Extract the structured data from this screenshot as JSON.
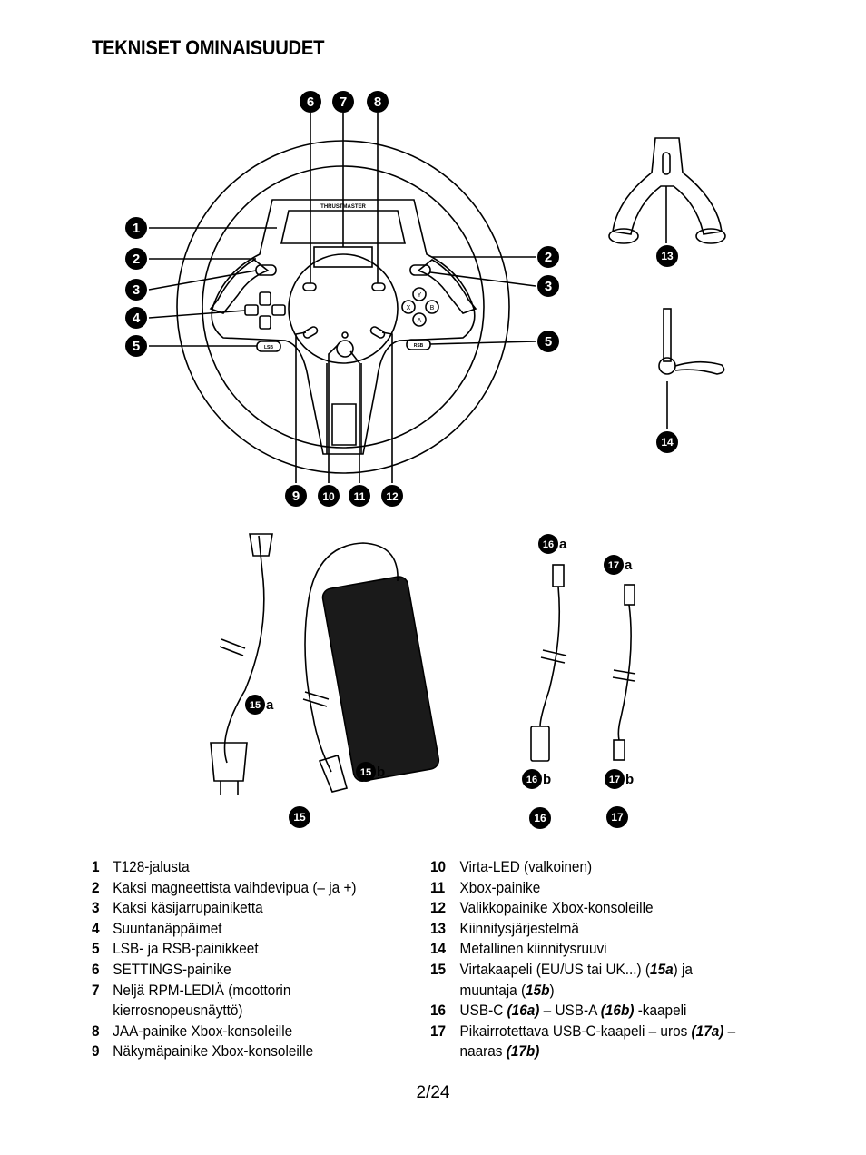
{
  "title": "TEKNISET OMINAISUUDET",
  "figure_labels": {
    "brand": "THRUSTMASTER",
    "lsb": "LSB",
    "rsb": "RSB",
    "callouts_wheel": [
      "6",
      "7",
      "8",
      "1",
      "2",
      "3",
      "4",
      "5",
      "2",
      "3",
      "5",
      "9",
      "10",
      "11",
      "12"
    ],
    "callout_13": "13",
    "callout_14": "14",
    "callout_15": "15",
    "callout_15a": "15",
    "callout_15a_suffix": "a",
    "callout_15b": "15",
    "callout_15b_suffix": "b",
    "callout_16": "16",
    "callout_16a": "16",
    "callout_16a_suffix": "a",
    "callout_16b": "16",
    "callout_16b_suffix": "b",
    "callout_17": "17",
    "callout_17a": "17",
    "callout_17a_suffix": "a",
    "callout_17b": "17",
    "callout_17b_suffix": "b",
    "face_buttons": [
      "Y",
      "X",
      "B",
      "A"
    ]
  },
  "legend_left": [
    {
      "num": "1",
      "text": "T128-jalusta"
    },
    {
      "num": "2",
      "text": "Kaksi magneettista vaihdevipua (– ja +)"
    },
    {
      "num": "3",
      "text": "Kaksi käsijarrupainiketta"
    },
    {
      "num": "4",
      "text": "Suuntanäppäimet"
    },
    {
      "num": "5",
      "text": "LSB- ja RSB-painikkeet"
    },
    {
      "num": "6",
      "text": "SETTINGS-painike"
    },
    {
      "num": "7",
      "text": "Neljä RPM-LEDIÄ (moottorin kierrosnopeusnäyttö)"
    },
    {
      "num": "8",
      "text": "JAA-painike Xbox-konsoleille"
    },
    {
      "num": "9",
      "text": "Näkymäpainike Xbox-konsoleille"
    }
  ],
  "legend_right": [
    {
      "num": "10",
      "text": "Virta-LED (valkoinen)"
    },
    {
      "num": "11",
      "text": "Xbox-painike"
    },
    {
      "num": "12",
      "text": "Valikkopainike Xbox-konsoleille"
    },
    {
      "num": "13",
      "text": "Kiinnitysjärjestelmä"
    },
    {
      "num": "14",
      "text": "Metallinen kiinnitysruuvi"
    },
    {
      "num": "15",
      "text_a": "Virtakaapeli (EU/US tai UK...) (",
      "b1": "15a",
      "text_b": ") ja muuntaja (",
      "b2": "15b",
      "text_c": ")"
    },
    {
      "num": "16",
      "text_a": "USB-C ",
      "b1": "(16a)",
      "text_b": " – USB-A ",
      "b2": "(16b)",
      "text_c": " -kaapeli"
    },
    {
      "num": "17",
      "text_a": "Pikairrotettava USB-C-kaapeli – uros ",
      "b1": "(17a)",
      "text_b": " – naaras ",
      "b2": "(17b)",
      "text_c": ""
    }
  ],
  "page_number": "2/24"
}
